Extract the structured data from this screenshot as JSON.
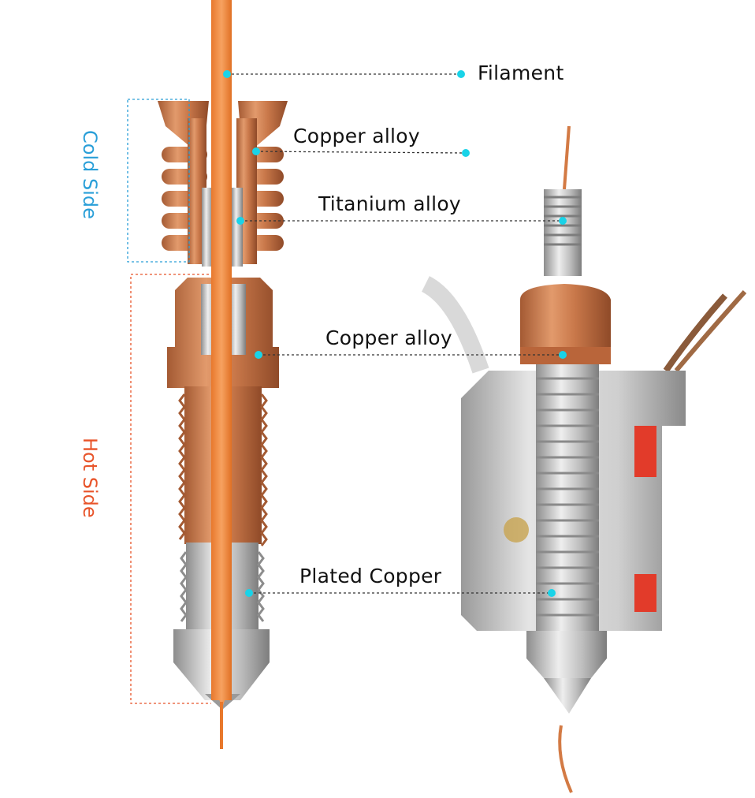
{
  "labels": {
    "filament": "Filament",
    "copper_alloy_top": "Copper alloy",
    "titanium_alloy": "Titanium  alloy",
    "copper_alloy_mid": "Copper alloy",
    "plated_copper": "Plated Copper"
  },
  "sides": {
    "cold": "Cold Side",
    "hot": "Hot Side"
  },
  "colors": {
    "cold_side": "#2a9fd8",
    "hot_side": "#e8542a",
    "marker_dot": "#19d3e8",
    "filament": "#f0883c",
    "copper": "#c97a4a",
    "steel": "#c9c9c9"
  }
}
